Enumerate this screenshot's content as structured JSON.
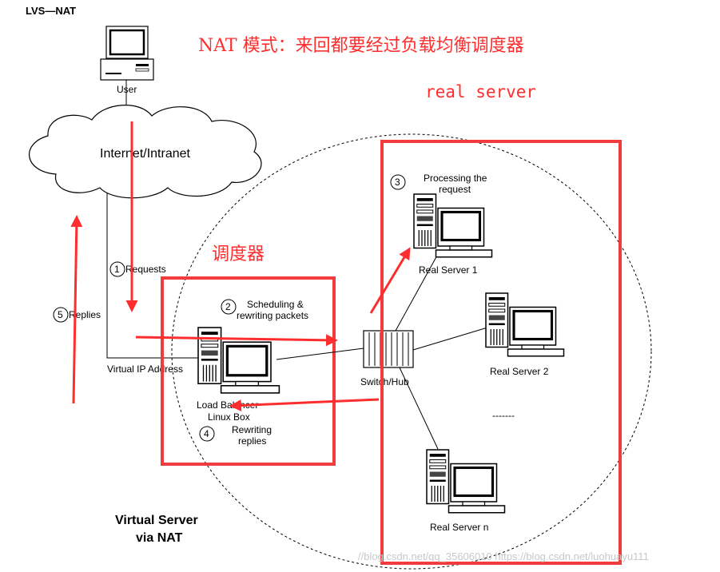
{
  "page_title": "LVS—NAT",
  "annotations": {
    "heading": "NAT 模式：来回都要经过负载均衡调度器",
    "real_server_label": "real server",
    "scheduler_label": "调度器"
  },
  "nodes": {
    "user": "User",
    "cloud": "Internet/Intranet",
    "vip": "Virtual IP Address",
    "load_balancer_line1": "Load Balancer",
    "load_balancer_line2": "Linux Box",
    "switch": "Switch/Hub",
    "real_server_1": "Real Server 1",
    "real_server_2": "Real Server 2",
    "real_server_n": "Real Server n",
    "ellipsis": "-------"
  },
  "steps": [
    {
      "num": "1",
      "line1": "Requests",
      "line2": ""
    },
    {
      "num": "2",
      "line1": "Scheduling &",
      "line2": "rewriting packets"
    },
    {
      "num": "3",
      "line1": "Processing the",
      "line2": "request"
    },
    {
      "num": "4",
      "line1": "Rewriting",
      "line2": "replies"
    },
    {
      "num": "5",
      "line1": "Replies",
      "line2": ""
    }
  ],
  "caption": {
    "line1": "Virtual Server",
    "line2": "via NAT"
  },
  "watermark": "//blog.csdn.net/qq_35606010 https://blog.csdn.net/luohuayu111",
  "colors": {
    "accent_red": "#ff2e2e",
    "box_red": "#f03c3c",
    "line": "#000000"
  }
}
